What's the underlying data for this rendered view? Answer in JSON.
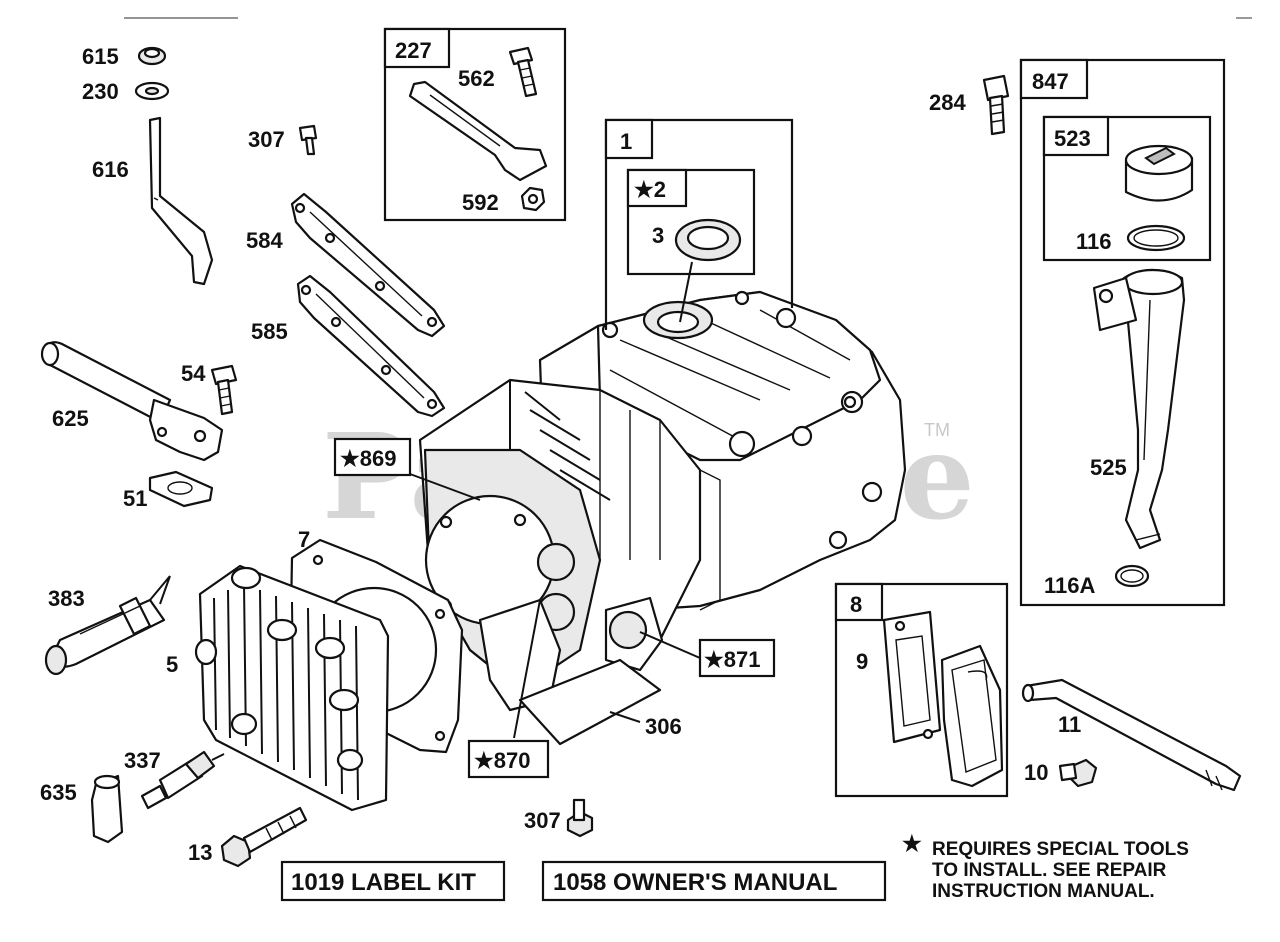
{
  "watermark": {
    "text": "PartsTree",
    "trademark": "TM"
  },
  "callouts": {
    "c615": "615",
    "c230": "230",
    "c616": "616",
    "c307a": "307",
    "c584": "584",
    "c585": "585",
    "c54": "54",
    "c625": "625",
    "c51": "51",
    "c7": "7",
    "c383": "383",
    "c5": "5",
    "c337": "337",
    "c635": "635",
    "c13": "13",
    "c562": "562",
    "c592": "592",
    "c3": "3",
    "c284": "284",
    "c116": "116",
    "c525": "525",
    "c116a": "116A",
    "c9": "9",
    "c11": "11",
    "c10": "10",
    "c306": "306",
    "c307b": "307"
  },
  "boxes": {
    "b227": "227",
    "b1": "1",
    "b2": "★2",
    "b847": "847",
    "b523": "523",
    "b8": "8",
    "b869": "★869",
    "b871": "★871",
    "b870": "★870"
  },
  "kits": {
    "label_kit": "1019 LABEL KIT",
    "owners_manual": "1058 OWNER'S MANUAL"
  },
  "note": {
    "star": "★",
    "line1": "REQUIRES SPECIAL TOOLS",
    "line2": "TO INSTALL.  SEE REPAIR",
    "line3": "INSTRUCTION MANUAL."
  }
}
